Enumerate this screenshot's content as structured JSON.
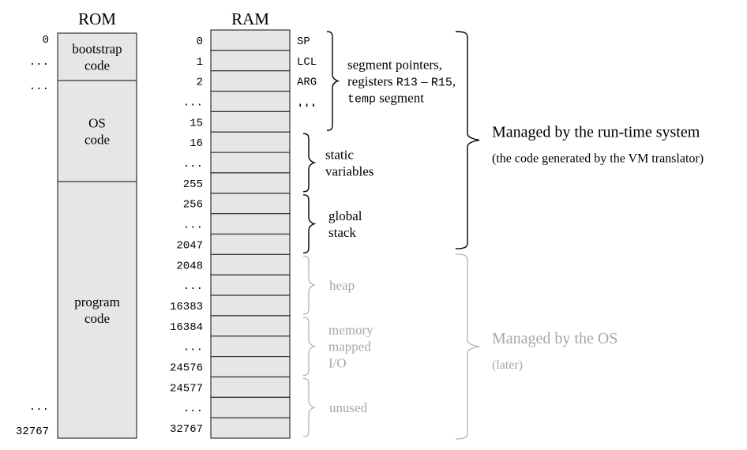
{
  "colors": {
    "ink": "#000000",
    "box_fill": "#e6e6e6",
    "box_stroke": "#333333",
    "muted": "#a6a6a6"
  },
  "rom": {
    "title": "ROM",
    "addresses": [
      {
        "text": "0"
      },
      {
        "text": "..."
      },
      {
        "text": "..."
      },
      {
        "text": "..."
      },
      {
        "text": "32767"
      }
    ],
    "sections": [
      {
        "lines": [
          "bootstrap",
          "code"
        ]
      },
      {
        "lines": [
          "OS",
          "code"
        ]
      },
      {
        "lines": [
          "program",
          "code"
        ]
      }
    ]
  },
  "ram": {
    "title": "RAM",
    "addresses": [
      "0",
      "1",
      "2",
      "...",
      "15",
      "16",
      "...",
      "255",
      "256",
      "...",
      "2047",
      "2048",
      "...",
      "16383",
      "16384",
      "...",
      "24576",
      "24577",
      "...",
      "32767"
    ],
    "row_labels": [
      "SP",
      "LCL",
      "ARG",
      "..."
    ],
    "groups": [
      {
        "name": "segment-pointers",
        "muted": false,
        "parts": [
          {
            "text": "segment pointers,",
            "mono": false
          }
        ],
        "lines": [
          [
            {
              "text": "segment pointers,",
              "mono": false
            }
          ],
          [
            {
              "text": "registers ",
              "mono": false
            },
            {
              "text": "R13",
              "mono": true
            },
            {
              "text": " – ",
              "mono": false
            },
            {
              "text": "R15",
              "mono": true
            },
            {
              "text": ",",
              "mono": false
            }
          ],
          [
            {
              "text": "temp",
              "mono": true
            },
            {
              "text": " segment",
              "mono": false
            }
          ]
        ]
      },
      {
        "name": "static-variables",
        "muted": false,
        "lines": [
          [
            {
              "text": "static",
              "mono": false
            }
          ],
          [
            {
              "text": "variables",
              "mono": false
            }
          ]
        ]
      },
      {
        "name": "global-stack",
        "muted": false,
        "lines": [
          [
            {
              "text": "global",
              "mono": false
            }
          ],
          [
            {
              "text": "stack",
              "mono": false
            }
          ]
        ]
      },
      {
        "name": "heap",
        "muted": true,
        "lines": [
          [
            {
              "text": "heap",
              "mono": false
            }
          ]
        ]
      },
      {
        "name": "memory-mapped-io",
        "muted": true,
        "lines": [
          [
            {
              "text": "memory",
              "mono": false
            }
          ],
          [
            {
              "text": "mapped",
              "mono": false
            }
          ],
          [
            {
              "text": "I/O",
              "mono": false
            }
          ]
        ]
      },
      {
        "name": "unused",
        "muted": true,
        "lines": [
          [
            {
              "text": "unused",
              "mono": false
            }
          ]
        ]
      }
    ]
  },
  "managers": [
    {
      "name": "runtime",
      "muted": false,
      "title": "Managed by the run-time system",
      "subtitle": "(the code generated by the VM translator)"
    },
    {
      "name": "os",
      "muted": true,
      "title": "Managed by the OS",
      "subtitle": "(later)"
    }
  ]
}
